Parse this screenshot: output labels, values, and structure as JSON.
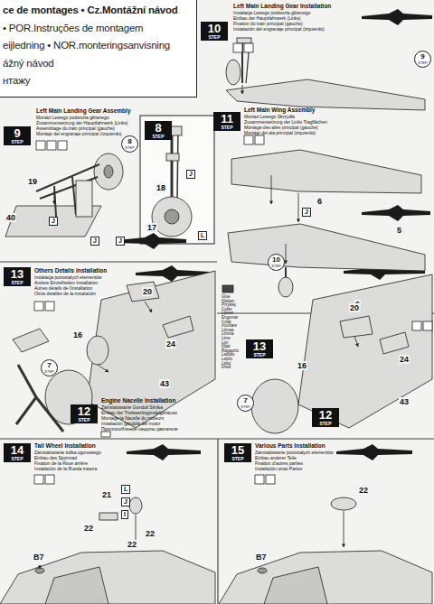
{
  "diagram": {
    "nodes": [
      {
        "text": [
          "ce de montages • Cz.Montážní návod",
          "• POR.Instruções de montagem",
          "eijledning • NOR.monteringsanvisning",
          "ážný návod",
          "нтажу"
        ]
      },
      {
        "text": [
          "10",
          "STEP",
          "Left Main Landing Gear Installation",
          "Instalacja Lewego podwozia głównego",
          "Einbau der Hauptfahrwerk (Links)",
          "Fixation du train principal (gauche)",
          "Instalación del engranaje principal (izquierdo)"
        ]
      },
      {
        "text": [
          "9",
          "STEP"
        ]
      },
      {
        "text": [
          "9",
          "STEP",
          "Left Main Landing Gear Assembly",
          "Montaż Lewego podwozia głównego",
          "Zusammensetzung der Hauptfahrwerk (Links)",
          "Assemblage du train principal (gauche)",
          "Montaje del engranaje principal (izquierdo)"
        ]
      },
      {
        "text": [
          "8",
          "STEP"
        ]
      },
      {
        "text": [
          "8",
          "STEP"
        ]
      },
      {
        "text": [
          "11",
          "STEP",
          "Left Main Wing Assembly",
          "Montaż Lewego Skrzydła",
          "Zusammensetzung der Links Tragflächen",
          "Montage des ailes principal (gauche)",
          "Montaje del ala principal (izquierdo)"
        ]
      },
      {
        "text": [
          "10",
          "STEP"
        ]
      },
      {
        "text": [
          "13",
          "STEP",
          "Others Details installation",
          "Instalacja pozostałych elementów",
          "Andere Einzelheiten Installation",
          "Autres détails de l'installation",
          "Otros detalles de la instalación"
        ]
      },
      {
        "text": [
          "7",
          "STEP"
        ]
      },
      {
        "text": [
          "12",
          "STEP",
          "Engine Nacelle Installation",
          "Zainstalowanie Gondoli Silnika",
          "Einbau der Triebwerksgondelgehäuse",
          "Montage la Nacelle du moteurs",
          "Instalación góndola del motor",
          "Приспособление гондолы двигателя"
        ]
      },
      {
        "text": [
          "13",
          "STEP"
        ]
      },
      {
        "text": [
          "7",
          "STEP"
        ]
      },
      {
        "text": [
          "12",
          "STEP"
        ]
      },
      {
        "text": [
          "14",
          "STEP",
          "Tail Wheel Installation",
          "Zainstalowanie kółka ogonowego",
          "Einbau des Spornrad",
          "Fixation de la Roue arrière",
          "Instalación de la Rueda trasera"
        ]
      },
      {
        "text": [
          "15",
          "STEP",
          "Various Parts Installation",
          "Zainstalowanie pozostałych elementów",
          "Einbau anderer Teile",
          "Fixation d'autres parties",
          "Instalación otras Partes"
        ]
      }
    ],
    "labels": [
      "19",
      "J",
      "40",
      "J",
      "J",
      "18",
      "J",
      "17",
      "L",
      "6",
      "5",
      "J",
      "6",
      "20",
      "16",
      "24",
      "43",
      "20",
      "16",
      "24",
      "43",
      "21",
      "L",
      "J",
      "I",
      "22",
      "22",
      "22",
      "B7",
      "22",
      "B7",
      "Glue",
      "Kleben",
      "Przyklej",
      "Coller",
      "Lijmen",
      "Engomar",
      "Colar",
      "Incollare",
      "Liimaa",
      "Limma",
      "Lime",
      "Lim",
      "Klijai",
      "Ragasztó",
      "Lepidlo",
      "Lepilo",
      "Lipici",
      "Клей"
    ]
  }
}
